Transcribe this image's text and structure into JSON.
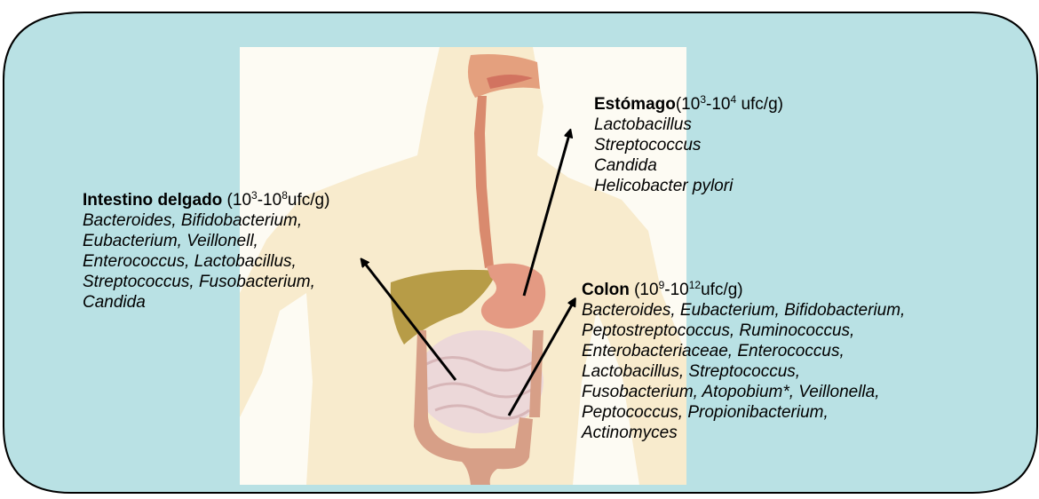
{
  "colors": {
    "panel_fill": "#b9e1e4",
    "panel_stroke": "#000000",
    "figure_background": "#fdfbf3",
    "body_skin": "#f6e6c4",
    "esophagus": "#d98a6e",
    "stomach": "#e59a82",
    "liver": "#b39a49",
    "small_intestine": "#ecd9d9",
    "colon": "#d79f87",
    "arrow": "#000000"
  },
  "illustration": "human-digestive-system",
  "stomach": {
    "name": "Estómago",
    "count_prefix": "(10",
    "exp1": "3",
    "count_mid": "-10",
    "exp2": "4",
    "count_suffix": " ufc/g)",
    "organisms": [
      "Lactobacillus",
      "Streptococcus",
      "Candida",
      "Helicobacter pylori"
    ]
  },
  "small_intestine": {
    "name": "Intestino delgado",
    "count_prefix": " (10",
    "exp1": "3",
    "count_mid": "-10",
    "exp2": "8",
    "count_suffix": "ufc/g)",
    "organisms": [
      "Bacteroides, Bifidobacterium,",
      "Eubacterium, Veillonell,",
      "Enterococcus, Lactobacillus,",
      "Streptococcus, Fusobacterium,",
      "Candida"
    ]
  },
  "colon": {
    "name": "Colon",
    "count_prefix": " (10",
    "exp1": "9",
    "count_mid": "-10",
    "exp2": "12",
    "count_suffix": "ufc/g)",
    "organisms": [
      "Bacteroides, Eubacterium, Bifidobacterium,",
      "Peptostreptococcus, Ruminococcus,",
      "Enterobacteriaceae, Enterococcus,",
      "Lactobacillus, Streptococcus,",
      "Fusobacterium, Atopobium*, Veillonella,",
      "Peptococcus, Propionibacterium,",
      "Actinomyces"
    ]
  }
}
